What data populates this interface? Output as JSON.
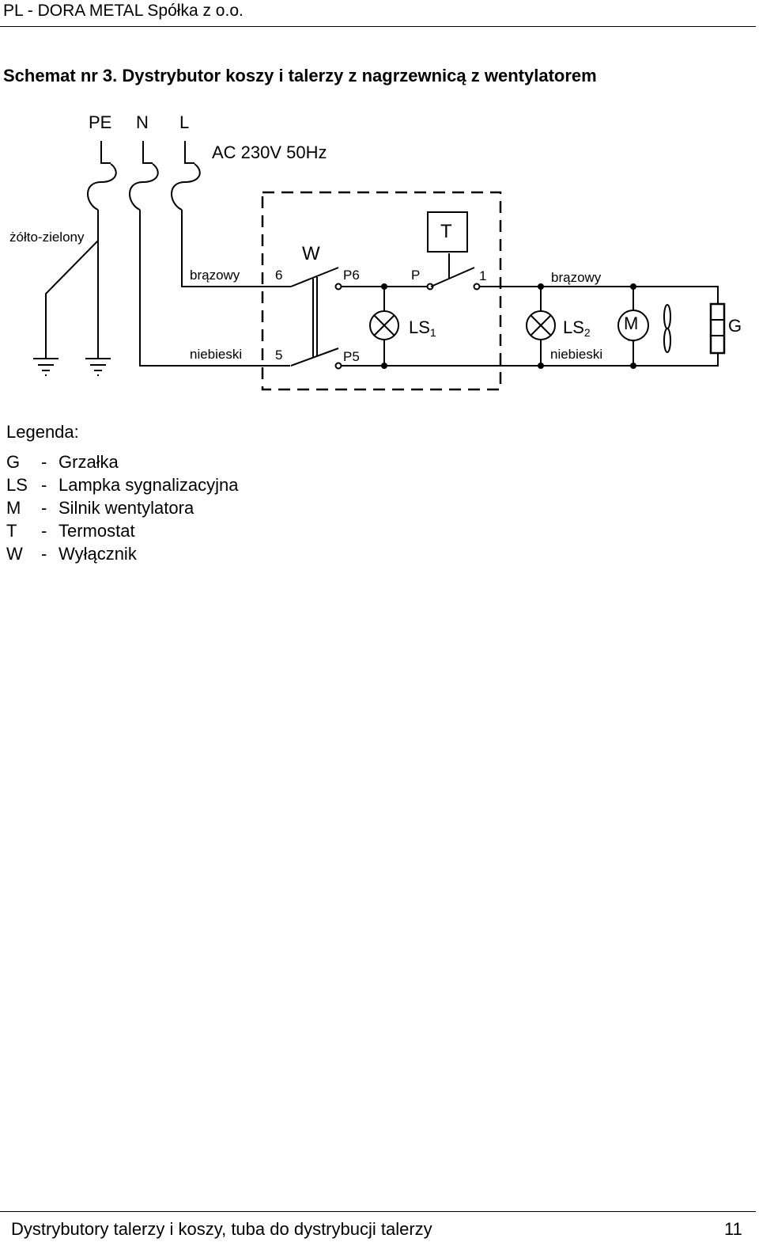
{
  "header": {
    "company": "PL - DORA METAL Spółka z o.o."
  },
  "title": "Schemat nr 3. Dystrybutor koszy i talerzy z nagrzewnicą z wentylatorem",
  "diagram": {
    "supply": {
      "pe": "PE",
      "n": "N",
      "l": "L",
      "voltage": "AC 230V 50Hz"
    },
    "wires": {
      "ground": "żółto-zielony",
      "brown": "brązowy",
      "blue": "niebieski"
    },
    "switch": {
      "label": "W",
      "term_top": "6",
      "term_bottom": "5",
      "out_top": "P6",
      "out_bottom": "P5"
    },
    "thermostat": {
      "label": "T",
      "in": "P",
      "out": "1"
    },
    "lamps": {
      "ls": "LS",
      "ls1_sub": "1",
      "ls2_sub": "2"
    },
    "motor": {
      "label": "M",
      "ac": "~"
    },
    "heater": {
      "label": "G"
    }
  },
  "legend": {
    "title": "Legenda:",
    "items": [
      {
        "symbol": "G",
        "text": "Grzałka"
      },
      {
        "symbol": "LS",
        "text": "Lampka sygnalizacyjna"
      },
      {
        "symbol": "M",
        "text": "Silnik wentylatora"
      },
      {
        "symbol": "T",
        "text": "Termostat"
      },
      {
        "symbol": "W",
        "text": "Wyłącznik"
      }
    ]
  },
  "footer": {
    "text": "Dystrybutory talerzy i koszy, tuba do dystrybucji talerzy",
    "page": "11"
  }
}
